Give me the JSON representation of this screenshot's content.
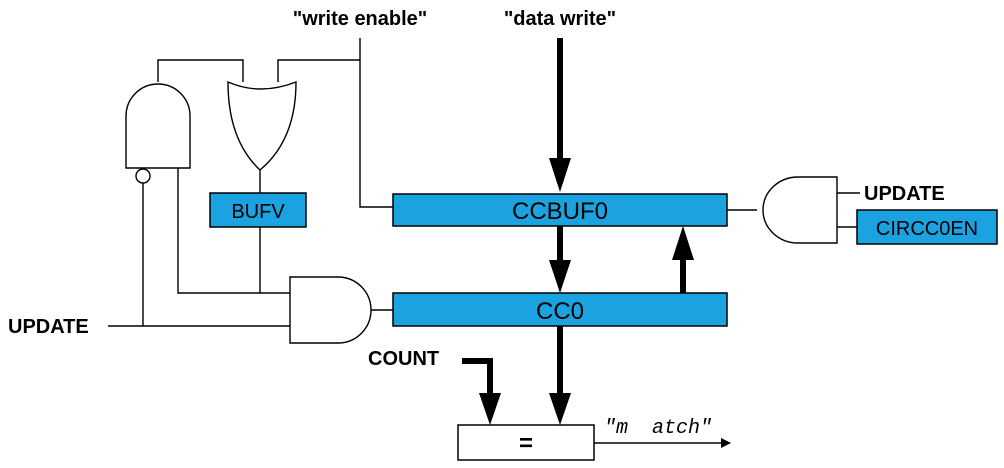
{
  "labels": {
    "write_enable": "\"write enable\"",
    "data_write": "\"data write\"",
    "update_left": "UPDATE",
    "update_right": "UPDATE",
    "count": "COUNT",
    "match": "″m  atch″"
  },
  "blocks": {
    "ccbuf0": "CCBUF0",
    "cc0": "CC0",
    "bufv": "BUFV",
    "circc0en": "CIRCC0EN",
    "comparator": "="
  },
  "colors": {
    "register_fill": "#1aa3e0",
    "line": "#000000"
  }
}
